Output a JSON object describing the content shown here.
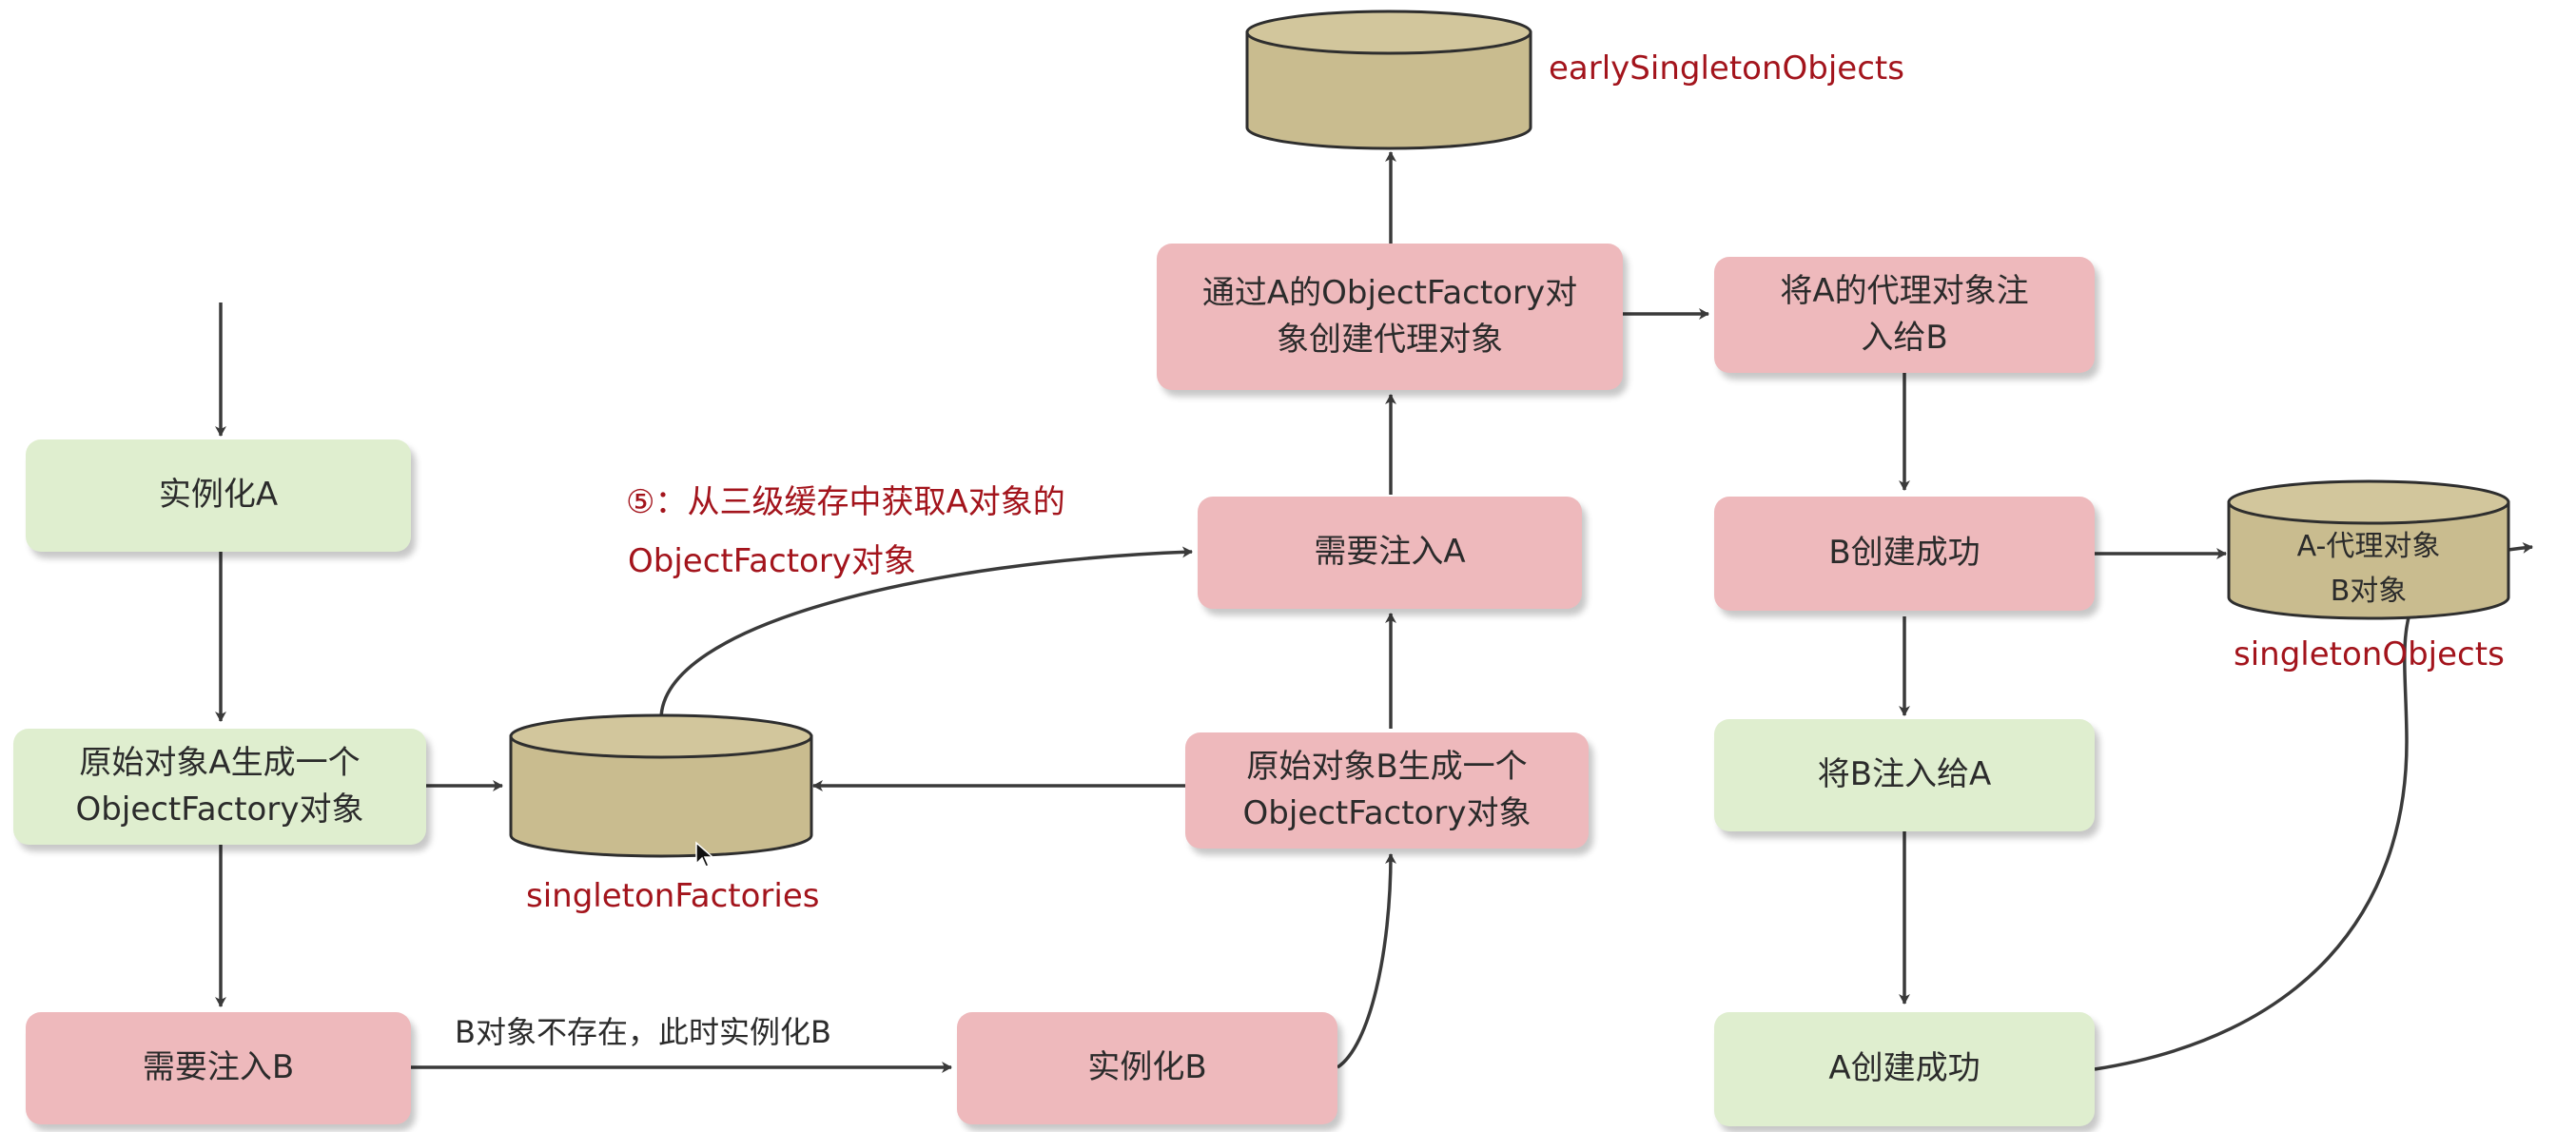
{
  "boxes": {
    "instantiate_a": "实例化A",
    "create_factory_a": "原始对象A生成一个\nObjectFactory对象",
    "need_inject_b": "需要注入B",
    "instantiate_b": "实例化B",
    "create_factory_b": "原始对象B生成一个\nObjectFactory对象",
    "need_inject_a": "需要注入A",
    "create_proxy": "通过A的ObjectFactory对\n象创建代理对象",
    "inject_proxy_to_b": "将A的代理对象注\n入给B",
    "b_created": "B创建成功",
    "inject_b_to_a": "将B注入给A",
    "a_created": "A创建成功"
  },
  "caches": {
    "singleton_factories": "singletonFactories",
    "early_singleton_objects": "earlySingletonObjects",
    "singleton_objects": "singletonObjects",
    "singleton_objects_items": [
      "A-代理对象",
      "B对象"
    ]
  },
  "annotations": {
    "step5_line1": "⑤：从三级缓存中获取A对象的",
    "step5_line2": "ObjectFactory对象",
    "b_not_exist": "B对象不存在，此时实例化B"
  },
  "colors": {
    "green_box": "#dfeecf",
    "pink_box": "#eeb9bc",
    "cylinder": "#c9bc8f",
    "cache_label": "#a3141c",
    "arrow": "#3a3a3a"
  }
}
